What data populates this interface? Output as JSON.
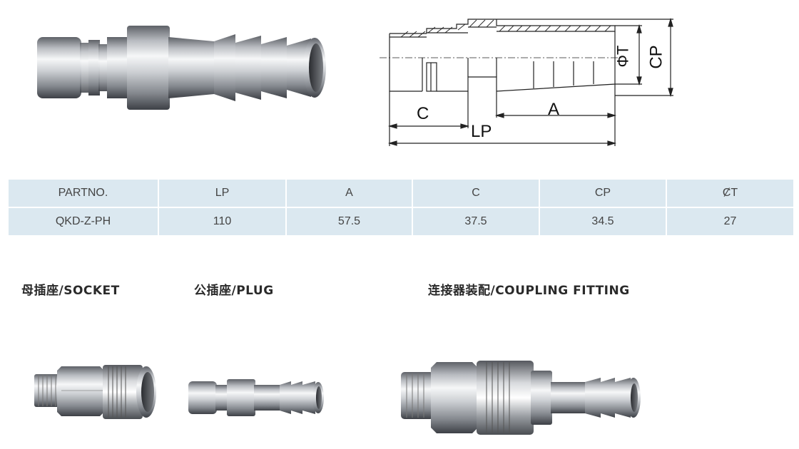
{
  "drawing": {
    "dims": {
      "c": "C",
      "lp": "LP",
      "a": "A",
      "phi_t": "ΦT",
      "cp": "CP"
    }
  },
  "spec_table": {
    "headers": [
      "PARTNO.",
      "LP",
      "A",
      "C",
      "CP",
      "ȻT"
    ],
    "rows": [
      [
        "QKD-Z-PH",
        "110",
        "57.5",
        "37.5",
        "34.5",
        "27"
      ]
    ]
  },
  "captions": {
    "socket": "母插座/SOCKET",
    "plug": "公插座/PLUG",
    "coupling": "连接器装配/COUPLING FITTING"
  }
}
